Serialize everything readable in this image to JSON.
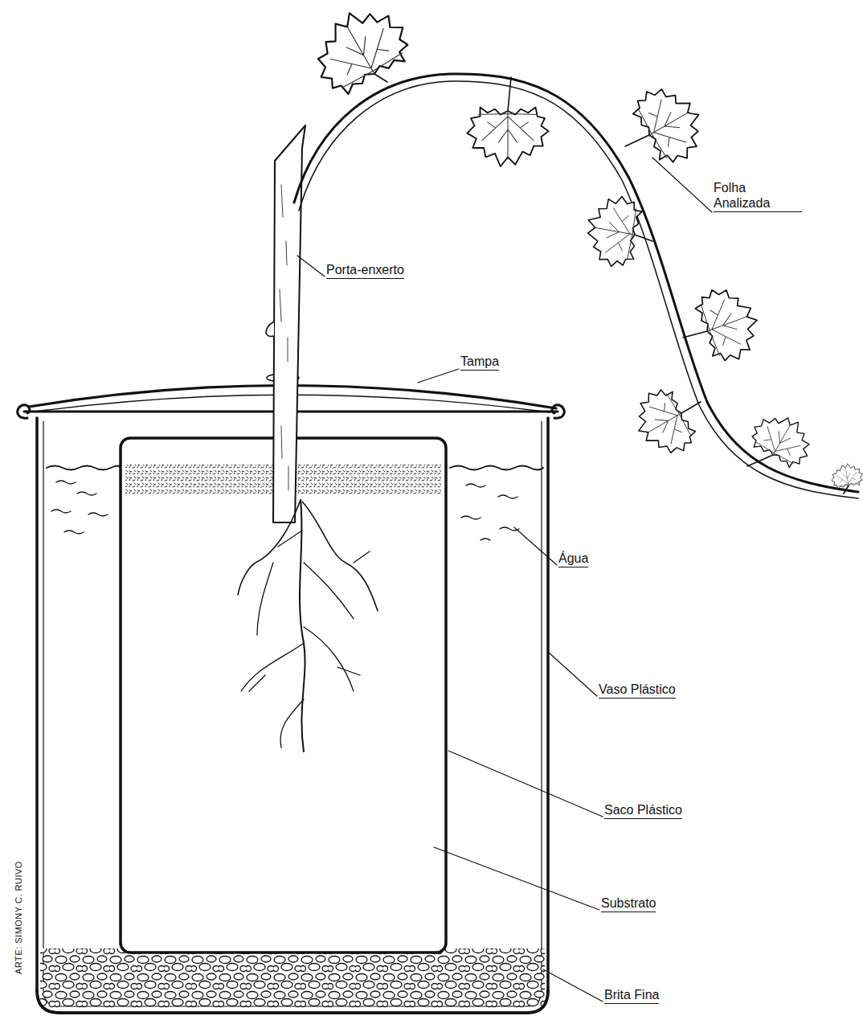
{
  "diagram": {
    "labels": [
      "Folha Analizada",
      "Porta-enxerto",
      "Tampa",
      "Água",
      "Vaso Plástico",
      "Saco Plástico",
      "Substrato",
      "Brita Fina",
      "ARTE: SIMONY C. RUIVO"
    ]
  }
}
